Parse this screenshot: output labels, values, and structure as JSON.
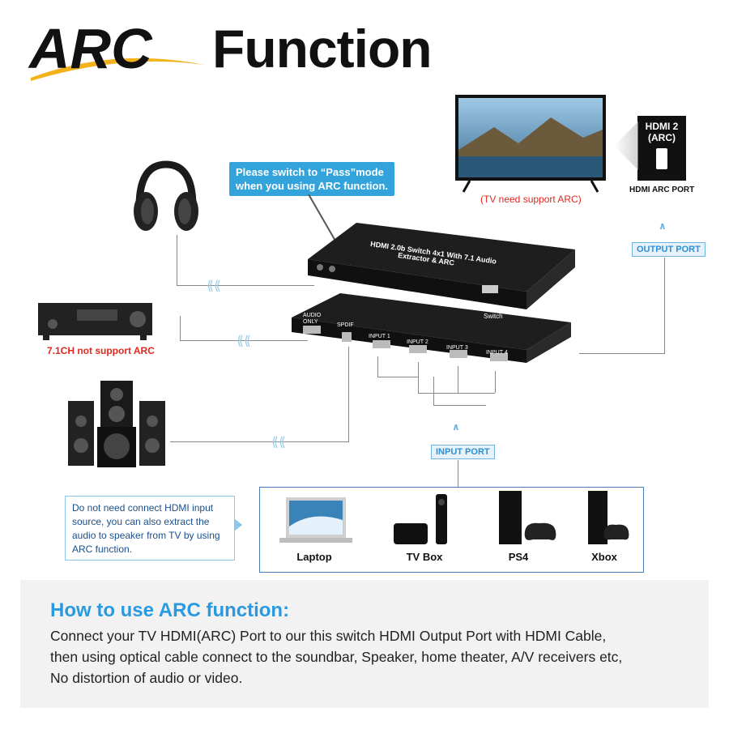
{
  "title": {
    "logo_text": "ARC",
    "main": "Function"
  },
  "callout": {
    "line1": "Please switch to “Pass”mode",
    "line2": "when you using ARC function."
  },
  "tv": {
    "note": "(TV need support ARC)",
    "port_line1": "HDMI 2",
    "port_line2": "(ARC)",
    "port_caption": "HDMI ARC PORT"
  },
  "tags": {
    "output_port": "OUTPUT PORT",
    "input_port": "INPUT PORT"
  },
  "receiver": {
    "note": "7.1CH not support ARC"
  },
  "device": {
    "top_line1": "HDMI 2.0b Switch 4x1 With 7.1 Audio",
    "top_line2": "Extractor & ARC",
    "front_labels": [
      "AUDIO ONLY",
      "SPDIF",
      "INPUT 1",
      "INPUT 2",
      "INPUT 3",
      "INPUT 4"
    ],
    "switch_label": "Switch"
  },
  "bubble": {
    "text": "Do not need connect HDMI input source, you can also extract the audio to speaker from TV by using ARC function."
  },
  "sources": [
    {
      "label": "Laptop",
      "icon": "laptop-icon"
    },
    {
      "label": "TV Box",
      "icon": "tv-box-icon"
    },
    {
      "label": "PS4",
      "icon": "ps4-icon"
    },
    {
      "label": "Xbox",
      "icon": "xbox-icon"
    }
  ],
  "how_to": {
    "heading": "How to use ARC function:",
    "line1": "Connect your TV HDMI(ARC) Port to our this switch HDMI Output Port with HDMI Cable,",
    "line2": "then using optical cable connect to the soundbar, Speaker, home theater, A/V receivers etc,",
    "line3": "No distortion of audio or video."
  },
  "colors": {
    "accent_blue": "#33a3dc",
    "red_note": "#e0281e",
    "logo_gold": "#f2b21b"
  }
}
